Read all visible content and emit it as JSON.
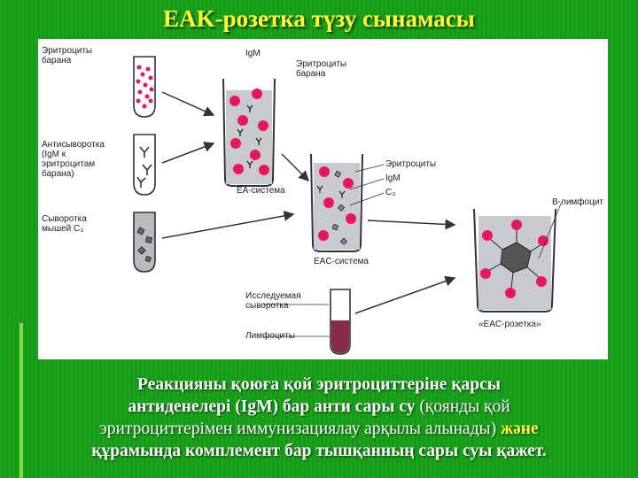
{
  "title": "EAK-розетка түзу сынамасы",
  "diagram": {
    "labels": {
      "tube1": "Эритроциты\nбарана",
      "tube2": "Антисыворотка\n(IgM к\nэритроцитам\nбарана)",
      "tube3": "Сыворотка\nмышей C₃",
      "igm_top": "IgM",
      "erythro_right": "Эритроциты\nбарана",
      "ea": "EA-система",
      "eac_legend1": "Эритроциты",
      "eac_legend2": "IgM",
      "eac_legend3": "C₃",
      "eac": "EAC-система",
      "test_serum": "Исследуемая\nсыворотка",
      "lymph": "Лимфоциты",
      "b_lymph": "B-лимфоцит",
      "rosette": "«EAC-розетка»"
    },
    "colors": {
      "erythrocyte": "#e8175d",
      "liquid": "#c9c9d0",
      "lymph_fluid": "#8a2a4a"
    }
  },
  "text": {
    "p1": "Реакцияны қоюға қой эритроциттеріне қарсы",
    "p2a": "антиденелері (IgM) бар анти сары су ",
    "p2b": "(қоянды қой",
    "p3a": "эритроциттерімен иммунизациялау арқылы алынады) ",
    "p3b": "және",
    "p4": "құрамында комплемент бар тышқанның сары суы қажет."
  }
}
